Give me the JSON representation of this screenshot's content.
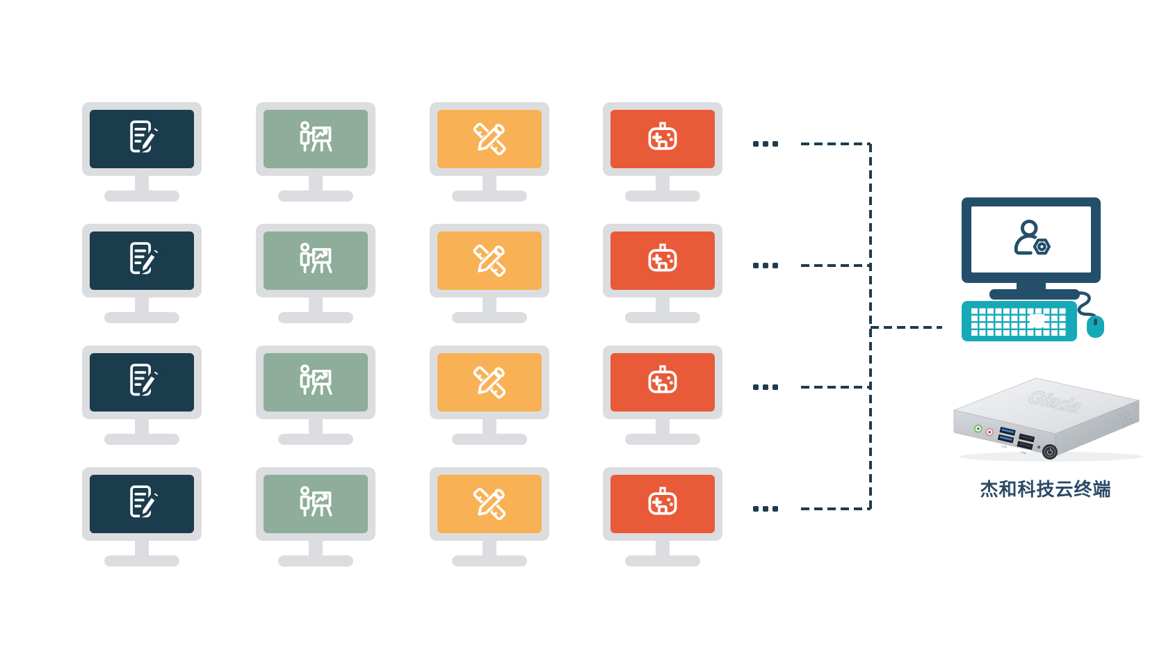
{
  "diagram": {
    "colors": {
      "monitor_frame": "#dcdde0",
      "connector_line": "#1d3c4d",
      "admin_monitor_navy": "#234f6b",
      "peripheral_teal": "#16a9b7",
      "label_text": "#2b4a66",
      "office_screen": "#1a3c4d",
      "presentation_screen": "#8ead9b",
      "design_screen": "#f8b154",
      "gaming_screen": "#e95a38",
      "icon_white": "#ffffff"
    },
    "grid": {
      "rows": 4,
      "row_ellipsis": "...",
      "columns": [
        {
          "name": "office",
          "icon": "document-edit-icon",
          "screen_color": "#1a3c4d"
        },
        {
          "name": "presentation",
          "icon": "presentation-icon",
          "screen_color": "#8ead9b"
        },
        {
          "name": "design",
          "icon": "design-tools-icon",
          "screen_color": "#f8b154"
        },
        {
          "name": "gaming",
          "icon": "gamepad-icon",
          "screen_color": "#e95a38"
        }
      ]
    },
    "admin": {
      "label": "杰和科技云终端",
      "screen_icon": "user-gear-icon",
      "device_logo": "Giada",
      "port_labels": {
        "usb1": "USB",
        "usb2": "USB"
      }
    }
  }
}
